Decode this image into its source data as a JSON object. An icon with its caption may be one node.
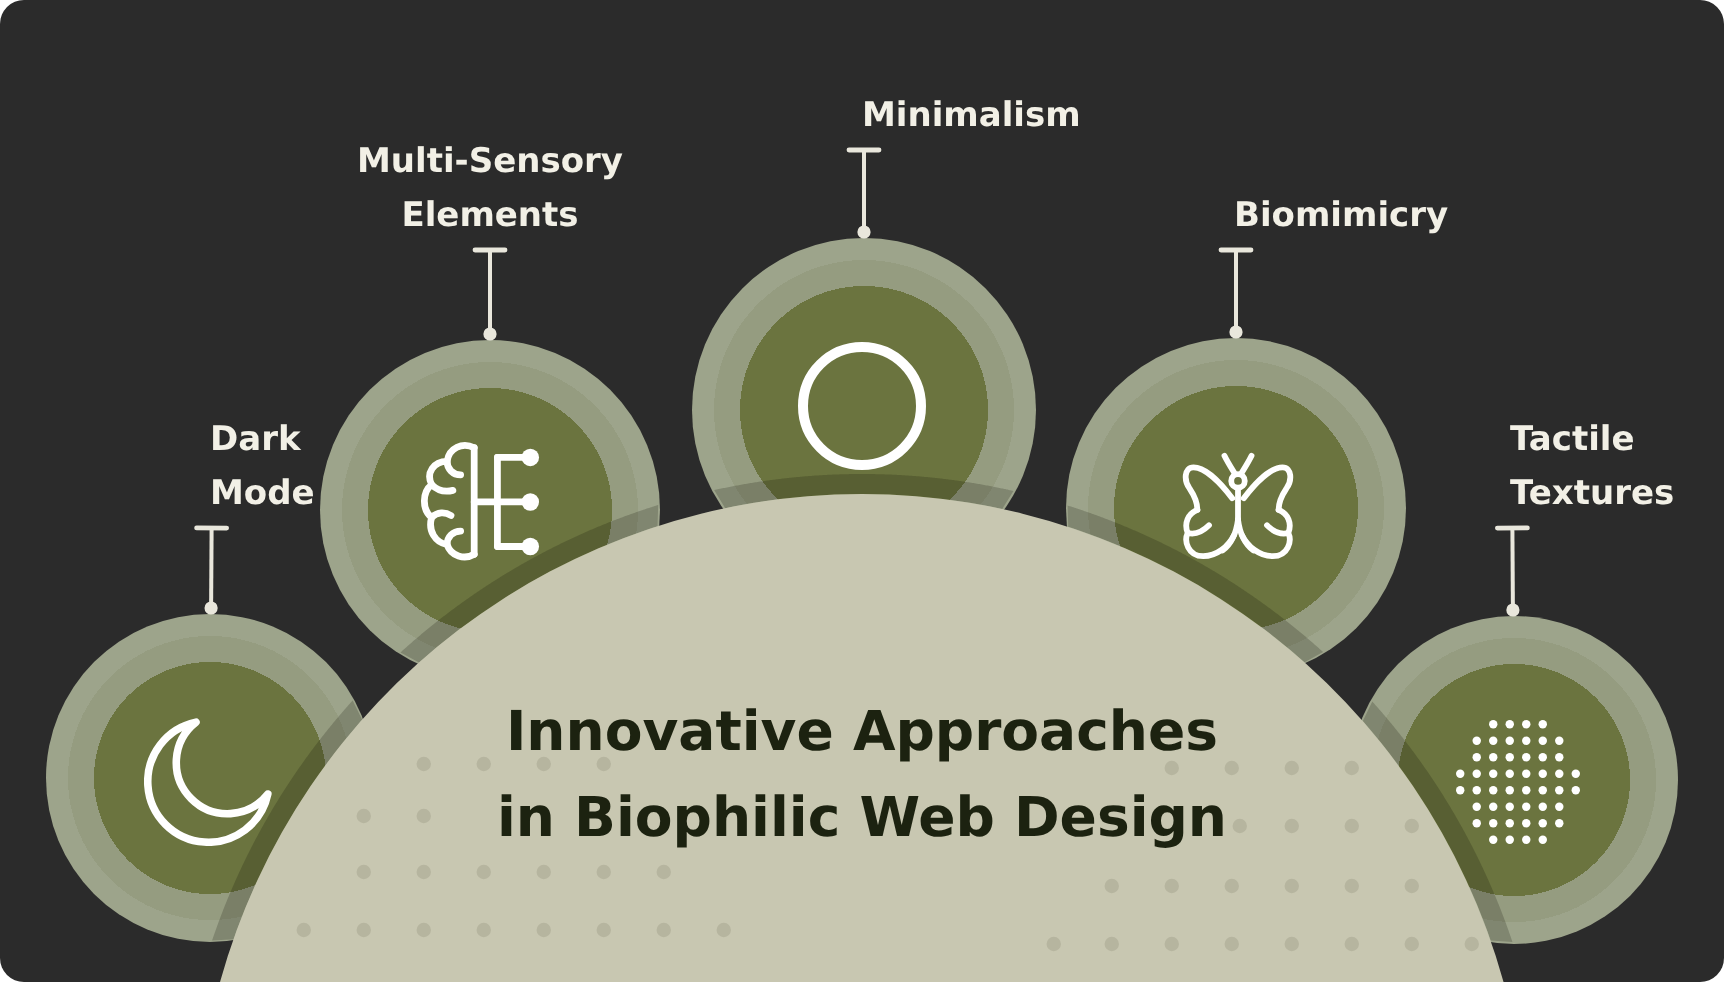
{
  "diagram": {
    "nodes": [
      {
        "text": [
          "Innovative Approaches in Biophilic Web Design"
        ]
      },
      {
        "text": [
          "Dark Mode"
        ]
      },
      {
        "text": [],
        "shape": "circle"
      },
      {
        "text": [
          "Multi-Sensory Elements"
        ]
      },
      {
        "text": [],
        "shape": "circle"
      },
      {
        "text": [
          "Minimalism"
        ]
      },
      {
        "text": [],
        "shape": "circle"
      },
      {
        "text": [
          "Biomimicry"
        ]
      },
      {
        "text": [],
        "shape": "circle"
      },
      {
        "text": [
          "Tactile Textures"
        ]
      },
      {
        "text": [],
        "shape": "circle"
      }
    ],
    "edges": [
      {
        "from": 1,
        "to": 2,
        "arrow": "other"
      },
      {
        "from": 3,
        "to": 4,
        "arrow": "other"
      },
      {
        "from": 5,
        "to": 6,
        "arrow": "other"
      },
      {
        "from": 7,
        "to": 8,
        "arrow": "other"
      },
      {
        "from": 9,
        "to": 10,
        "arrow": "other"
      }
    ]
  }
}
